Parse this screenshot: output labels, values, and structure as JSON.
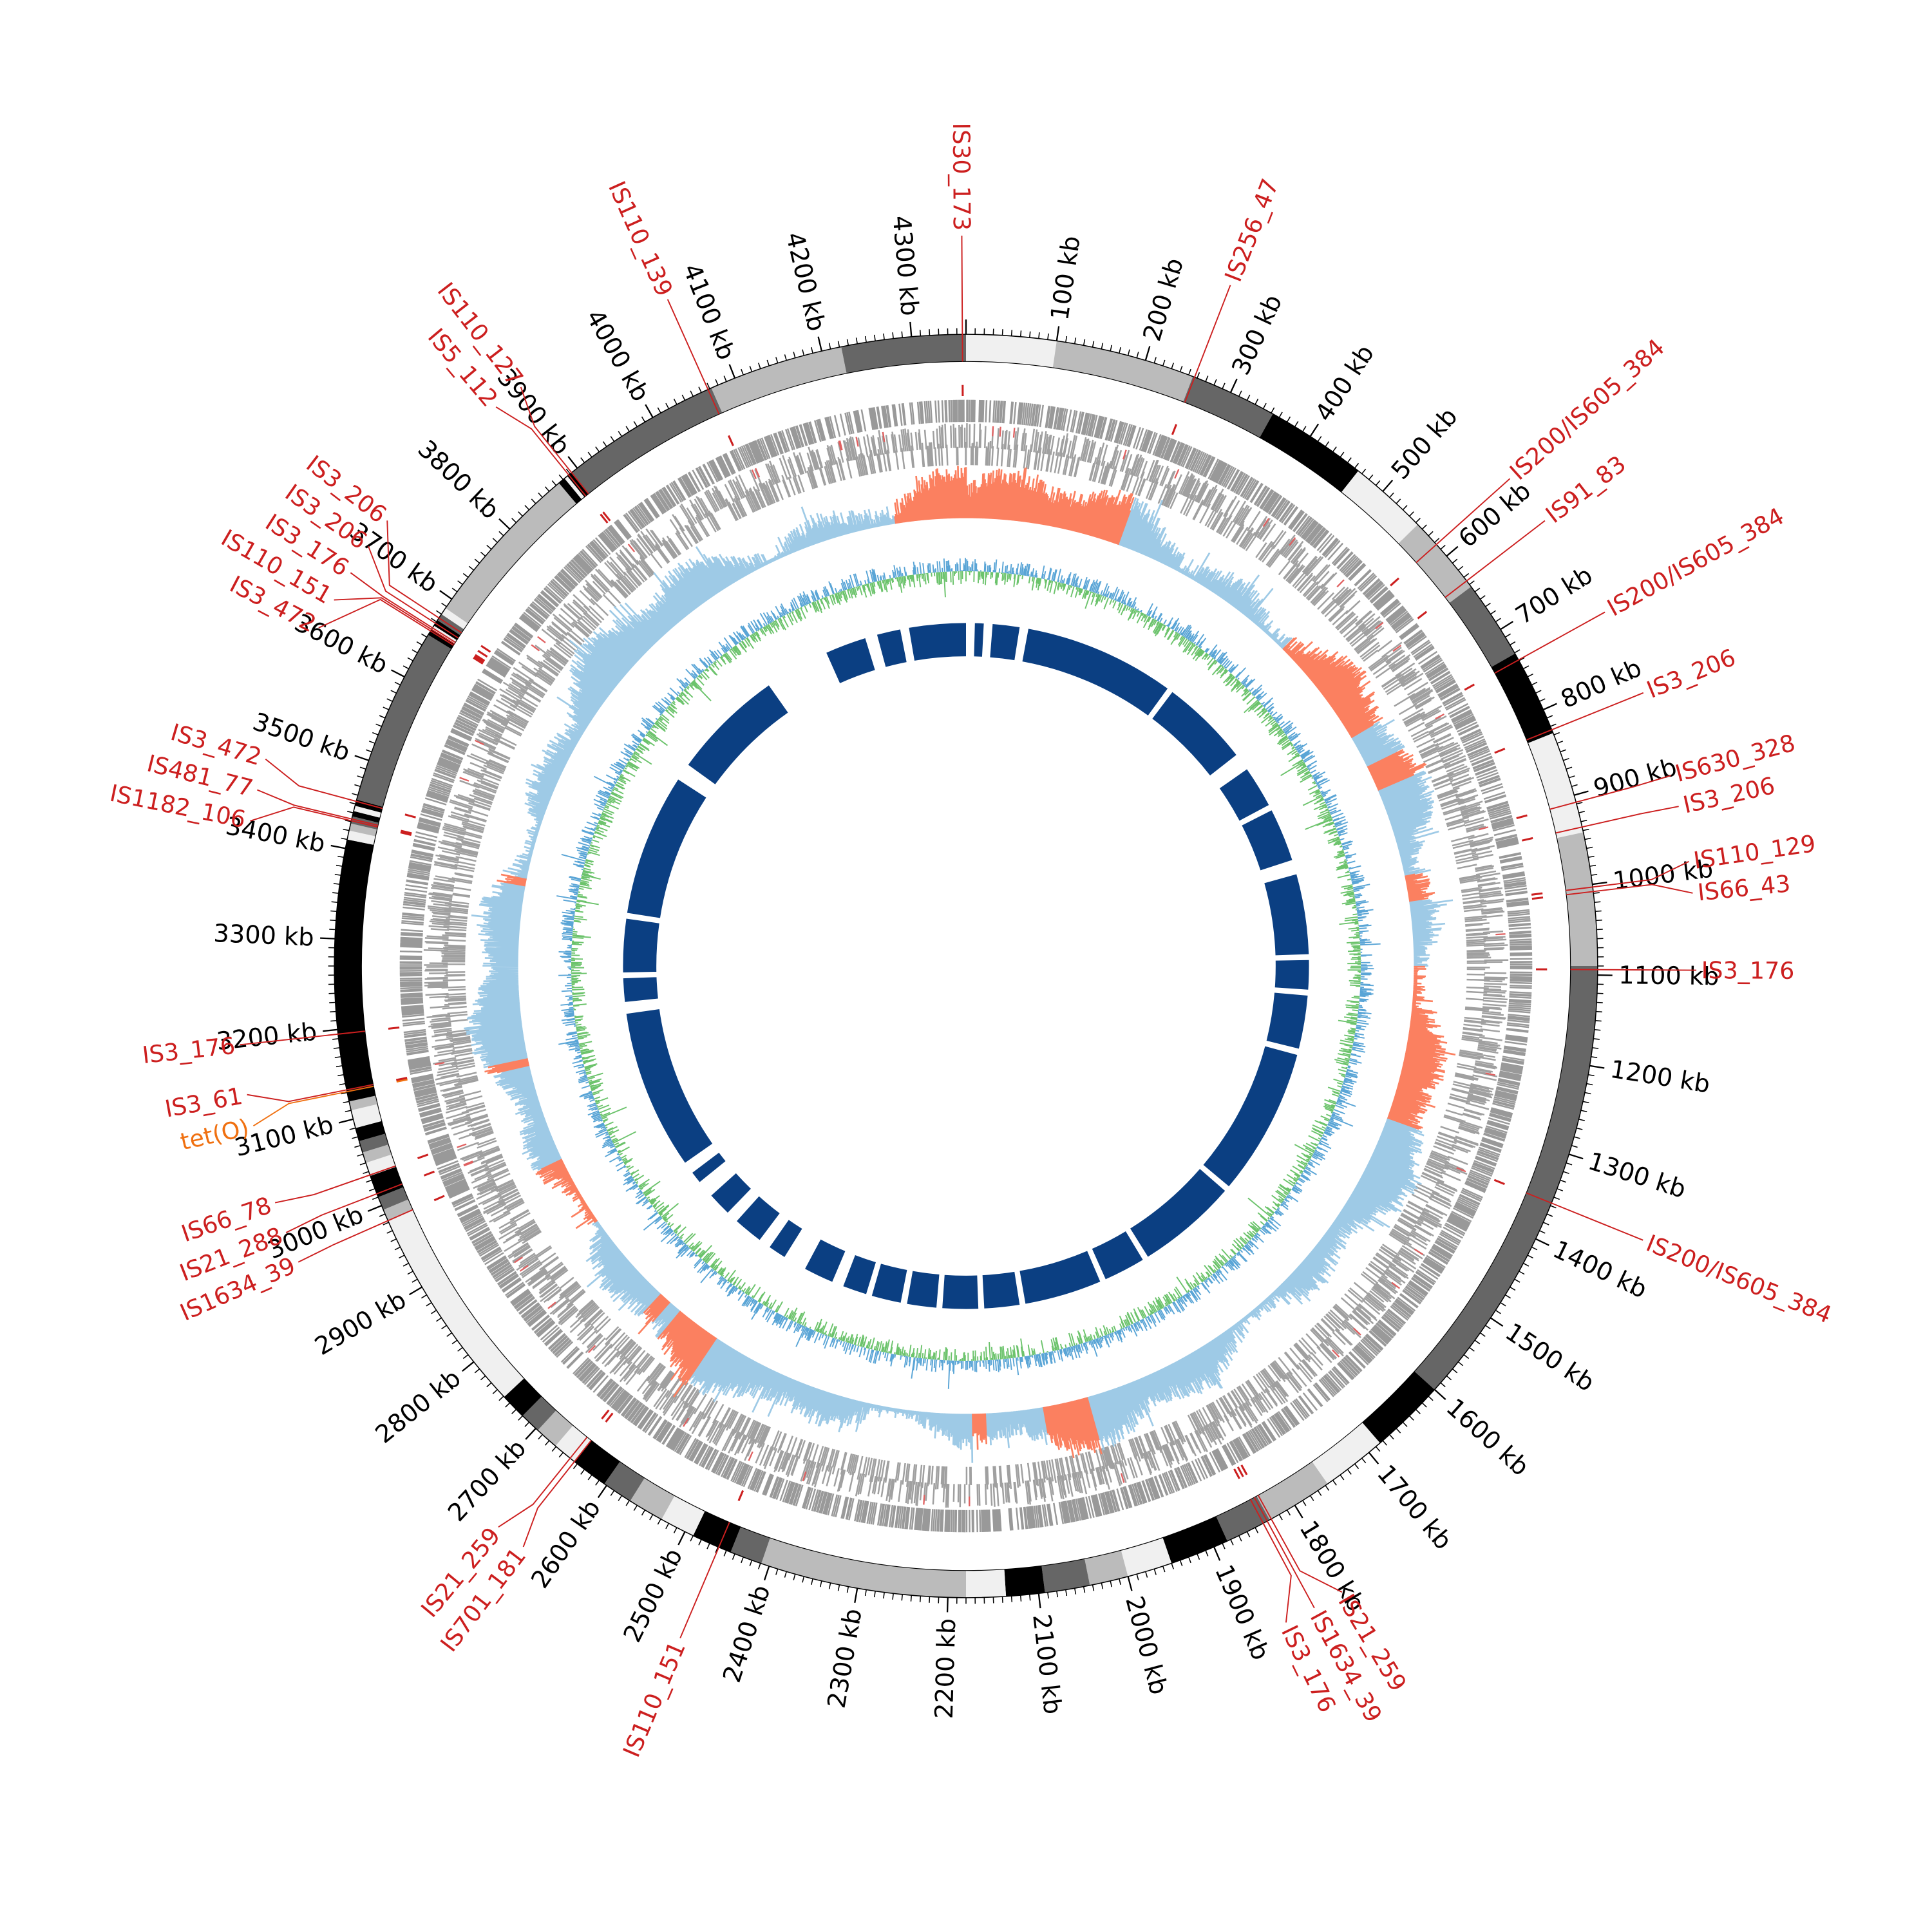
{
  "chart_data": {
    "type": "circos",
    "genome_length_kb": 4360,
    "unit": "kb",
    "tick_labels": [
      {
        "kb": 100,
        "label": "100 kb"
      },
      {
        "kb": 200,
        "label": "200 kb"
      },
      {
        "kb": 300,
        "label": "300 kb"
      },
      {
        "kb": 400,
        "label": "400 kb"
      },
      {
        "kb": 500,
        "label": "500 kb"
      },
      {
        "kb": 600,
        "label": "600 kb"
      },
      {
        "kb": 700,
        "label": "700 kb"
      },
      {
        "kb": 800,
        "label": "800 kb"
      },
      {
        "kb": 900,
        "label": "900 kb"
      },
      {
        "kb": 1000,
        "label": "1000 kb"
      },
      {
        "kb": 1100,
        "label": "1100 kb"
      },
      {
        "kb": 1200,
        "label": "1200 kb"
      },
      {
        "kb": 1300,
        "label": "1300 kb"
      },
      {
        "kb": 1400,
        "label": "1400 kb"
      },
      {
        "kb": 1500,
        "label": "1500 kb"
      },
      {
        "kb": 1600,
        "label": "1600 kb"
      },
      {
        "kb": 1700,
        "label": "1700 kb"
      },
      {
        "kb": 1800,
        "label": "1800 kb"
      },
      {
        "kb": 1900,
        "label": "1900 kb"
      },
      {
        "kb": 2000,
        "label": "2000 kb"
      },
      {
        "kb": 2100,
        "label": "2100 kb"
      },
      {
        "kb": 2200,
        "label": "2200 kb"
      },
      {
        "kb": 2300,
        "label": "2300 kb"
      },
      {
        "kb": 2400,
        "label": "2400 kb"
      },
      {
        "kb": 2500,
        "label": "2500 kb"
      },
      {
        "kb": 2600,
        "label": "2600 kb"
      },
      {
        "kb": 2700,
        "label": "2700 kb"
      },
      {
        "kb": 2800,
        "label": "2800 kb"
      },
      {
        "kb": 2900,
        "label": "2900 kb"
      },
      {
        "kb": 3000,
        "label": "3000 kb"
      },
      {
        "kb": 3100,
        "label": "3100 kb"
      },
      {
        "kb": 3200,
        "label": "3200 kb"
      },
      {
        "kb": 3300,
        "label": "3300 kb"
      },
      {
        "kb": 3400,
        "label": "3400 kb"
      },
      {
        "kb": 3500,
        "label": "3500 kb"
      },
      {
        "kb": 3600,
        "label": "3600 kb"
      },
      {
        "kb": 3700,
        "label": "3700 kb"
      },
      {
        "kb": 3800,
        "label": "3800 kb"
      },
      {
        "kb": 3900,
        "label": "3900 kb"
      },
      {
        "kb": 4000,
        "label": "4000 kb"
      },
      {
        "kb": 4100,
        "label": "4100 kb"
      },
      {
        "kb": 4200,
        "label": "4200 kb"
      },
      {
        "kb": 4300,
        "label": "4300 kb"
      }
    ],
    "ideogram_shades": [
      "#f0f0f0",
      "#bbbbbb",
      "#666666",
      "#000000"
    ],
    "ideogram_bands_kb": [
      [
        0,
        100,
        0
      ],
      [
        100,
        255,
        1
      ],
      [
        255,
        352,
        2
      ],
      [
        352,
        465,
        3
      ],
      [
        465,
        553,
        0
      ],
      [
        553,
        643,
        1
      ],
      [
        643,
        731,
        2
      ],
      [
        731,
        828,
        3
      ],
      [
        828,
        942,
        0
      ],
      [
        942,
        1090,
        1
      ],
      [
        1090,
        1600,
        2
      ],
      [
        1600,
        1684,
        3
      ],
      [
        1684,
        1757,
        0
      ],
      [
        1757,
        1832,
        1
      ],
      [
        1832,
        1884,
        2
      ],
      [
        1884,
        1950,
        3
      ],
      [
        1950,
        2000,
        0
      ],
      [
        2000,
        2043,
        1
      ],
      [
        2043,
        2093,
        2
      ],
      [
        2093,
        2136,
        3
      ],
      [
        2136,
        2180,
        0
      ],
      [
        2180,
        2409,
        1
      ],
      [
        2409,
        2445,
        2
      ],
      [
        2445,
        2490,
        3
      ],
      [
        2490,
        2529,
        0
      ],
      [
        2529,
        2569,
        1
      ],
      [
        2569,
        2603,
        2
      ],
      [
        2603,
        2644,
        3
      ],
      [
        2644,
        2671,
        0
      ],
      [
        2671,
        2697,
        1
      ],
      [
        2697,
        2720,
        2
      ],
      [
        2720,
        2749,
        3
      ],
      [
        2749,
        2982,
        0
      ],
      [
        2982,
        2995,
        1
      ],
      [
        2995,
        3010,
        2
      ],
      [
        3010,
        3035,
        3
      ],
      [
        3035,
        3050,
        0
      ],
      [
        3050,
        3062,
        1
      ],
      [
        3062,
        3075,
        2
      ],
      [
        3075,
        3090,
        3
      ],
      [
        3090,
        3110,
        0
      ],
      [
        3110,
        3120,
        1
      ],
      [
        3120,
        3410,
        3
      ],
      [
        3410,
        3420,
        0
      ],
      [
        3420,
        3428,
        1
      ],
      [
        3428,
        3436,
        2
      ],
      [
        3436,
        3442,
        3
      ],
      [
        3442,
        3448,
        0
      ],
      [
        3448,
        3455,
        3
      ],
      [
        3455,
        3653,
        2
      ],
      [
        3653,
        3660,
        3
      ],
      [
        3660,
        3665,
        0
      ],
      [
        3665,
        3672,
        3
      ],
      [
        3672,
        3680,
        2
      ],
      [
        3680,
        3688,
        0
      ],
      [
        3688,
        3874,
        1
      ],
      [
        3874,
        3882,
        3
      ],
      [
        3882,
        3886,
        0
      ],
      [
        3886,
        3892,
        3
      ],
      [
        3892,
        4072,
        2
      ],
      [
        4072,
        4222,
        1
      ],
      [
        4222,
        4360,
        2
      ]
    ],
    "is_elements": [
      {
        "label": "IS30_173",
        "position_kb": 4356,
        "color": "#cc1f1f"
      },
      {
        "label": "IS256_47",
        "position_kb": 257,
        "color": "#cc1f1f"
      },
      {
        "label": "IS200/IS605_384",
        "position_kb": 583,
        "color": "#cc1f1f"
      },
      {
        "label": "IS91_83",
        "position_kb": 635,
        "color": "#cc1f1f"
      },
      {
        "label": "IS200/IS605_384",
        "position_kb": 739,
        "color": "#cc1f1f"
      },
      {
        "label": "IS3_206",
        "position_kb": 824,
        "color": "#cc1f1f"
      },
      {
        "label": "IS630_328",
        "position_kb": 908,
        "color": "#cc1f1f"
      },
      {
        "label": "IS3_206",
        "position_kb": 936,
        "color": "#cc1f1f"
      },
      {
        "label": "IS110_129",
        "position_kb": 1003,
        "color": "#cc1f1f"
      },
      {
        "label": "IS66_43",
        "position_kb": 1008,
        "color": "#cc1f1f"
      },
      {
        "label": "IS3_176",
        "position_kb": 1094,
        "color": "#cc1f1f"
      },
      {
        "label": "IS200/IS605_384",
        "position_kb": 1357,
        "color": "#cc1f1f"
      },
      {
        "label": "IS3_176",
        "position_kb": 1840,
        "color": "#cc1f1f"
      },
      {
        "label": "IS1634_39",
        "position_kb": 1835,
        "color": "#cc1f1f"
      },
      {
        "label": "IS21_259",
        "position_kb": 1830,
        "color": "#cc1f1f"
      },
      {
        "label": "IS110_151",
        "position_kb": 2459,
        "color": "#cc1f1f"
      },
      {
        "label": "IS701_181",
        "position_kb": 2644,
        "color": "#cc1f1f"
      },
      {
        "label": "IS21_259",
        "position_kb": 2650,
        "color": "#cc1f1f"
      },
      {
        "label": "IS1634_39",
        "position_kb": 2982,
        "color": "#cc1f1f"
      },
      {
        "label": "IS21_288",
        "position_kb": 3014,
        "color": "#cc1f1f"
      },
      {
        "label": "IS66_78",
        "position_kb": 3036,
        "color": "#cc1f1f"
      },
      {
        "label": "tet(O)",
        "position_kb": 3131,
        "color": "#f07010"
      },
      {
        "label": "IS3_61",
        "position_kb": 3133,
        "color": "#cc1f1f"
      },
      {
        "label": "IS3_176",
        "position_kb": 3195,
        "color": "#cc1f1f"
      },
      {
        "label": "IS1182_106",
        "position_kb": 3431,
        "color": "#cc1f1f"
      },
      {
        "label": "IS481_77",
        "position_kb": 3433,
        "color": "#cc1f1f"
      },
      {
        "label": "IS3_472",
        "position_kb": 3453,
        "color": "#cc1f1f"
      },
      {
        "label": "IS3_472",
        "position_kb": 3658,
        "color": "#cc1f1f"
      },
      {
        "label": "IS110_151",
        "position_kb": 3660,
        "color": "#cc1f1f"
      },
      {
        "label": "IS3_176",
        "position_kb": 3662,
        "color": "#cc1f1f"
      },
      {
        "label": "IS3_206",
        "position_kb": 3668,
        "color": "#cc1f1f"
      },
      {
        "label": "IS3_206",
        "position_kb": 3675,
        "color": "#cc1f1f"
      },
      {
        "label": "IS5_112",
        "position_kb": 3888,
        "color": "#cc1f1f"
      },
      {
        "label": "IS110_127",
        "position_kb": 3892,
        "color": "#cc1f1f"
      },
      {
        "label": "IS110_139",
        "position_kb": 4068,
        "color": "#cc1f1f"
      }
    ],
    "tracks": {
      "gene_features_color": "#999999",
      "skew_positive_color": "#fb8060",
      "skew_negative_color": "#9ecae6",
      "skew_positive_regions_kb": [
        [
          4250,
          4360
        ],
        [
          0,
          240
        ],
        [
          545,
          720
        ],
        [
          770,
          810
        ],
        [
          950,
          990
        ],
        [
          1090,
          1330
        ],
        [
          1990,
          2060
        ],
        [
          2150,
          2170
        ],
        [
          2590,
          2660
        ],
        [
          2680,
          2700
        ],
        [
          2850,
          2960
        ],
        [
          3115,
          3125
        ],
        [
          3395,
          3405
        ]
      ],
      "gc_content_high_color": "#5aa5d6",
      "gc_content_low_color": "#6cc36c",
      "inner_ring_color": "#0b3f82",
      "inner_ring_gaps_kb": [
        [
          0,
          18
        ],
        [
          36,
          54
        ],
        [
          109,
          127
        ],
        [
          436,
          448
        ],
        [
          630,
          666
        ],
        [
          751,
          763
        ],
        [
          872,
          902
        ],
        [
          1066,
          1078
        ],
        [
          1138,
          1150
        ],
        [
          1259,
          1272
        ],
        [
          1574,
          1586
        ],
        [
          1792,
          1804
        ],
        [
          1889,
          1901
        ],
        [
          2059,
          2071
        ],
        [
          2143,
          2155
        ],
        [
          2228,
          2240
        ],
        [
          2300,
          2313
        ],
        [
          2373,
          2385
        ],
        [
          2434,
          2458
        ],
        [
          2519,
          2567
        ],
        [
          2603,
          2628
        ],
        [
          2688,
          2713
        ],
        [
          2761,
          2797
        ],
        [
          2821,
          2846
        ],
        [
          3173,
          3197
        ],
        [
          3245,
          3257
        ],
        [
          3366,
          3378
        ],
        [
          3669,
          3705
        ],
        [
          3935,
          4069
        ],
        [
          4153,
          4178
        ],
        [
          4226,
          4244
        ]
      ]
    }
  }
}
